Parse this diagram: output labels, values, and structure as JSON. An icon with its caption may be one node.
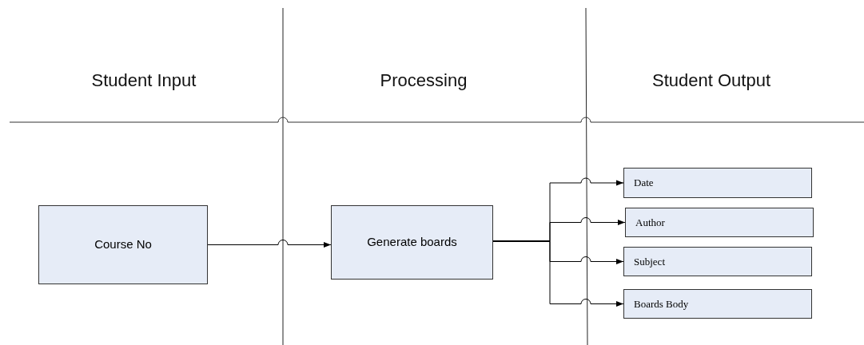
{
  "diagram": {
    "nodes": [
      {
        "text": [
          "Course No"
        ]
      },
      {
        "text": [
          "Generate boards"
        ]
      },
      {
        "text": [
          "Date"
        ]
      },
      {
        "text": [
          "Author"
        ]
      },
      {
        "text": [
          "Subject"
        ]
      },
      {
        "text": [
          "Boards Body"
        ]
      }
    ],
    "edges": [
      {
        "from": 0,
        "to": 1,
        "arrow": "to"
      },
      {
        "from": 1,
        "to": 2,
        "arrow": "to"
      },
      {
        "from": 1,
        "to": 3,
        "arrow": "to"
      },
      {
        "from": 1,
        "to": 4,
        "arrow": "to"
      },
      {
        "from": 1,
        "to": 5,
        "arrow": "to"
      }
    ],
    "labels": [
      "Student Input",
      "Processing",
      "Student Output"
    ]
  }
}
